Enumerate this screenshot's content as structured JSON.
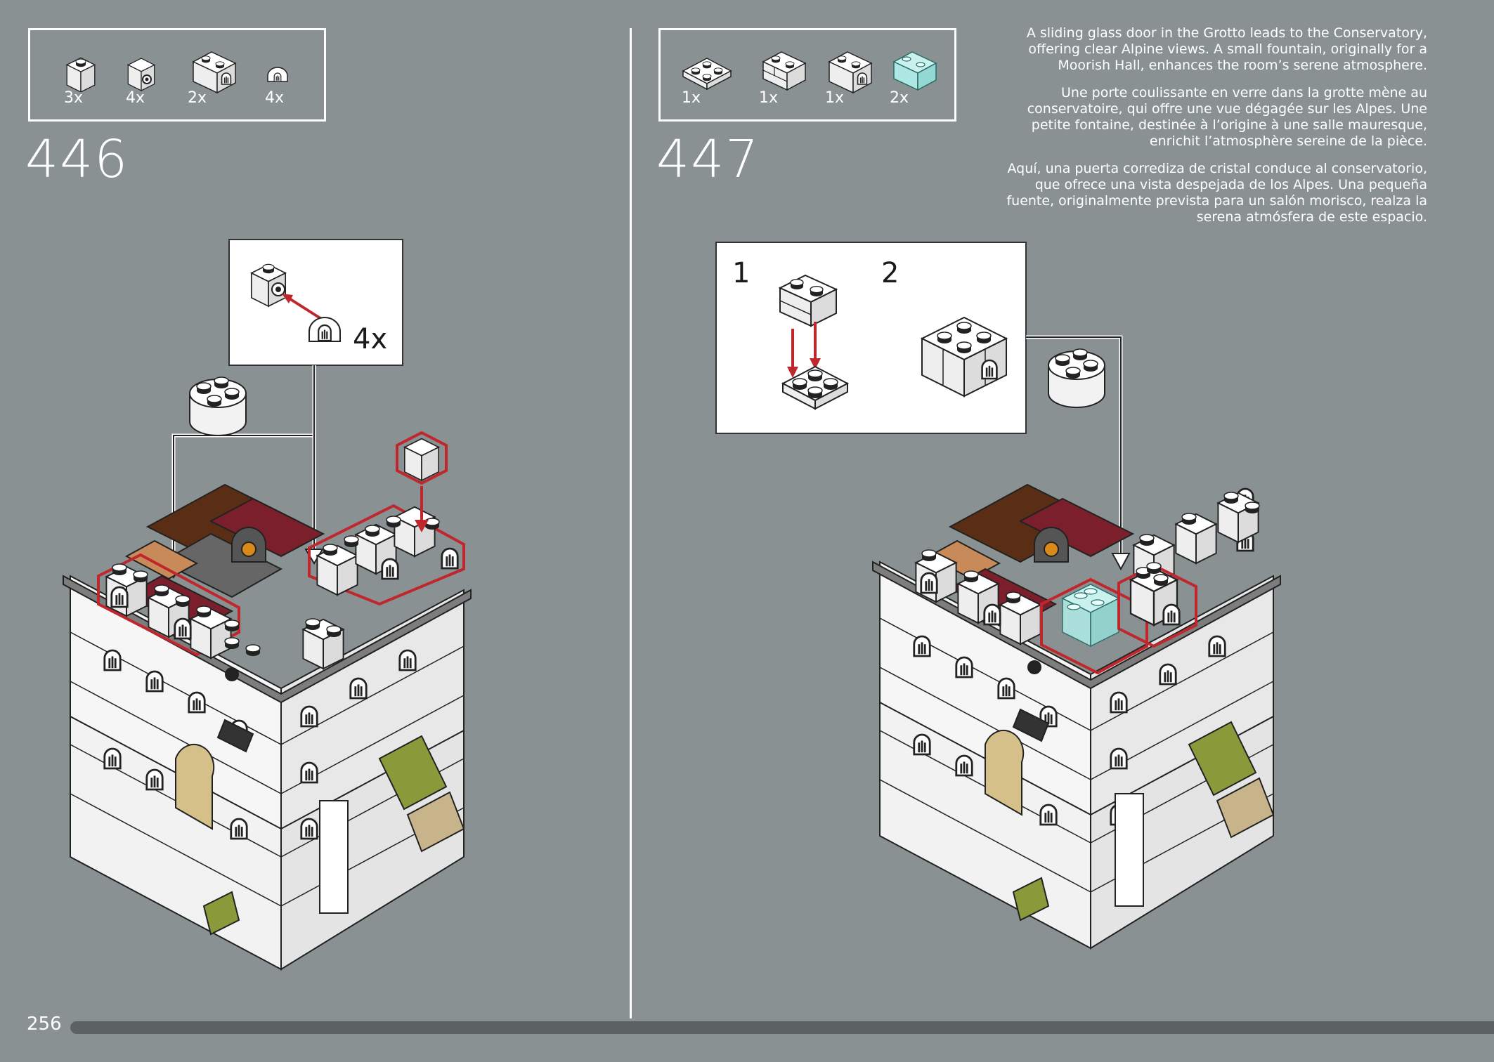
{
  "page_number": "256",
  "steps": [
    {
      "number": "446",
      "parts": [
        {
          "qty": "3x",
          "icon": "white-1x1-brick-icon"
        },
        {
          "qty": "4x",
          "icon": "white-1x1-bracket-icon"
        },
        {
          "qty": "2x",
          "icon": "white-1x2-window-brick-icon"
        },
        {
          "qty": "4x",
          "icon": "white-arch-tile-icon"
        }
      ],
      "callout": {
        "qty": "4x"
      }
    },
    {
      "number": "447",
      "parts": [
        {
          "qty": "1x",
          "icon": "white-2x2-plate-icon"
        },
        {
          "qty": "1x",
          "icon": "white-1x2-masonry-brick-icon"
        },
        {
          "qty": "1x",
          "icon": "white-1x2-window-brick-icon"
        },
        {
          "qty": "2x",
          "icon": "trans-light-blue-1x2-brick-icon"
        }
      ],
      "callout": {
        "sub1": "1",
        "sub2": "2"
      }
    }
  ],
  "description": [
    "A sliding glass door in the Grotto leads to the Conservatory, offering clear Alpine views. A small fountain, originally for a Moorish Hall, enhances the room’s serene atmosphere.",
    "Une porte coulissante en verre dans la grotte mène au conservatoire, qui offre une vue dégagée sur les Alpes. Une petite fontaine, destinée à l’origine à une salle mauresque, enrichit l’atmosphère sereine de la pièce.",
    "Aquí, una puerta corrediza de cristal conduce al conservatorio, que ofrece una vista despejada de los Alpes. Una pequeña fuente, originalmente prevista para un salón morisco, realza la serena atmósfera de este espacio."
  ],
  "colors": {
    "background": "#8a9192",
    "highlight": "#c0272d",
    "brick_white": "#f4f4f4",
    "dark_red": "#7a1f2b",
    "brown": "#5a2e14",
    "olive": "#8a9a3a",
    "tan": "#d6c08a",
    "trans_blue": "#aee8e4"
  },
  "progress": 1.0
}
